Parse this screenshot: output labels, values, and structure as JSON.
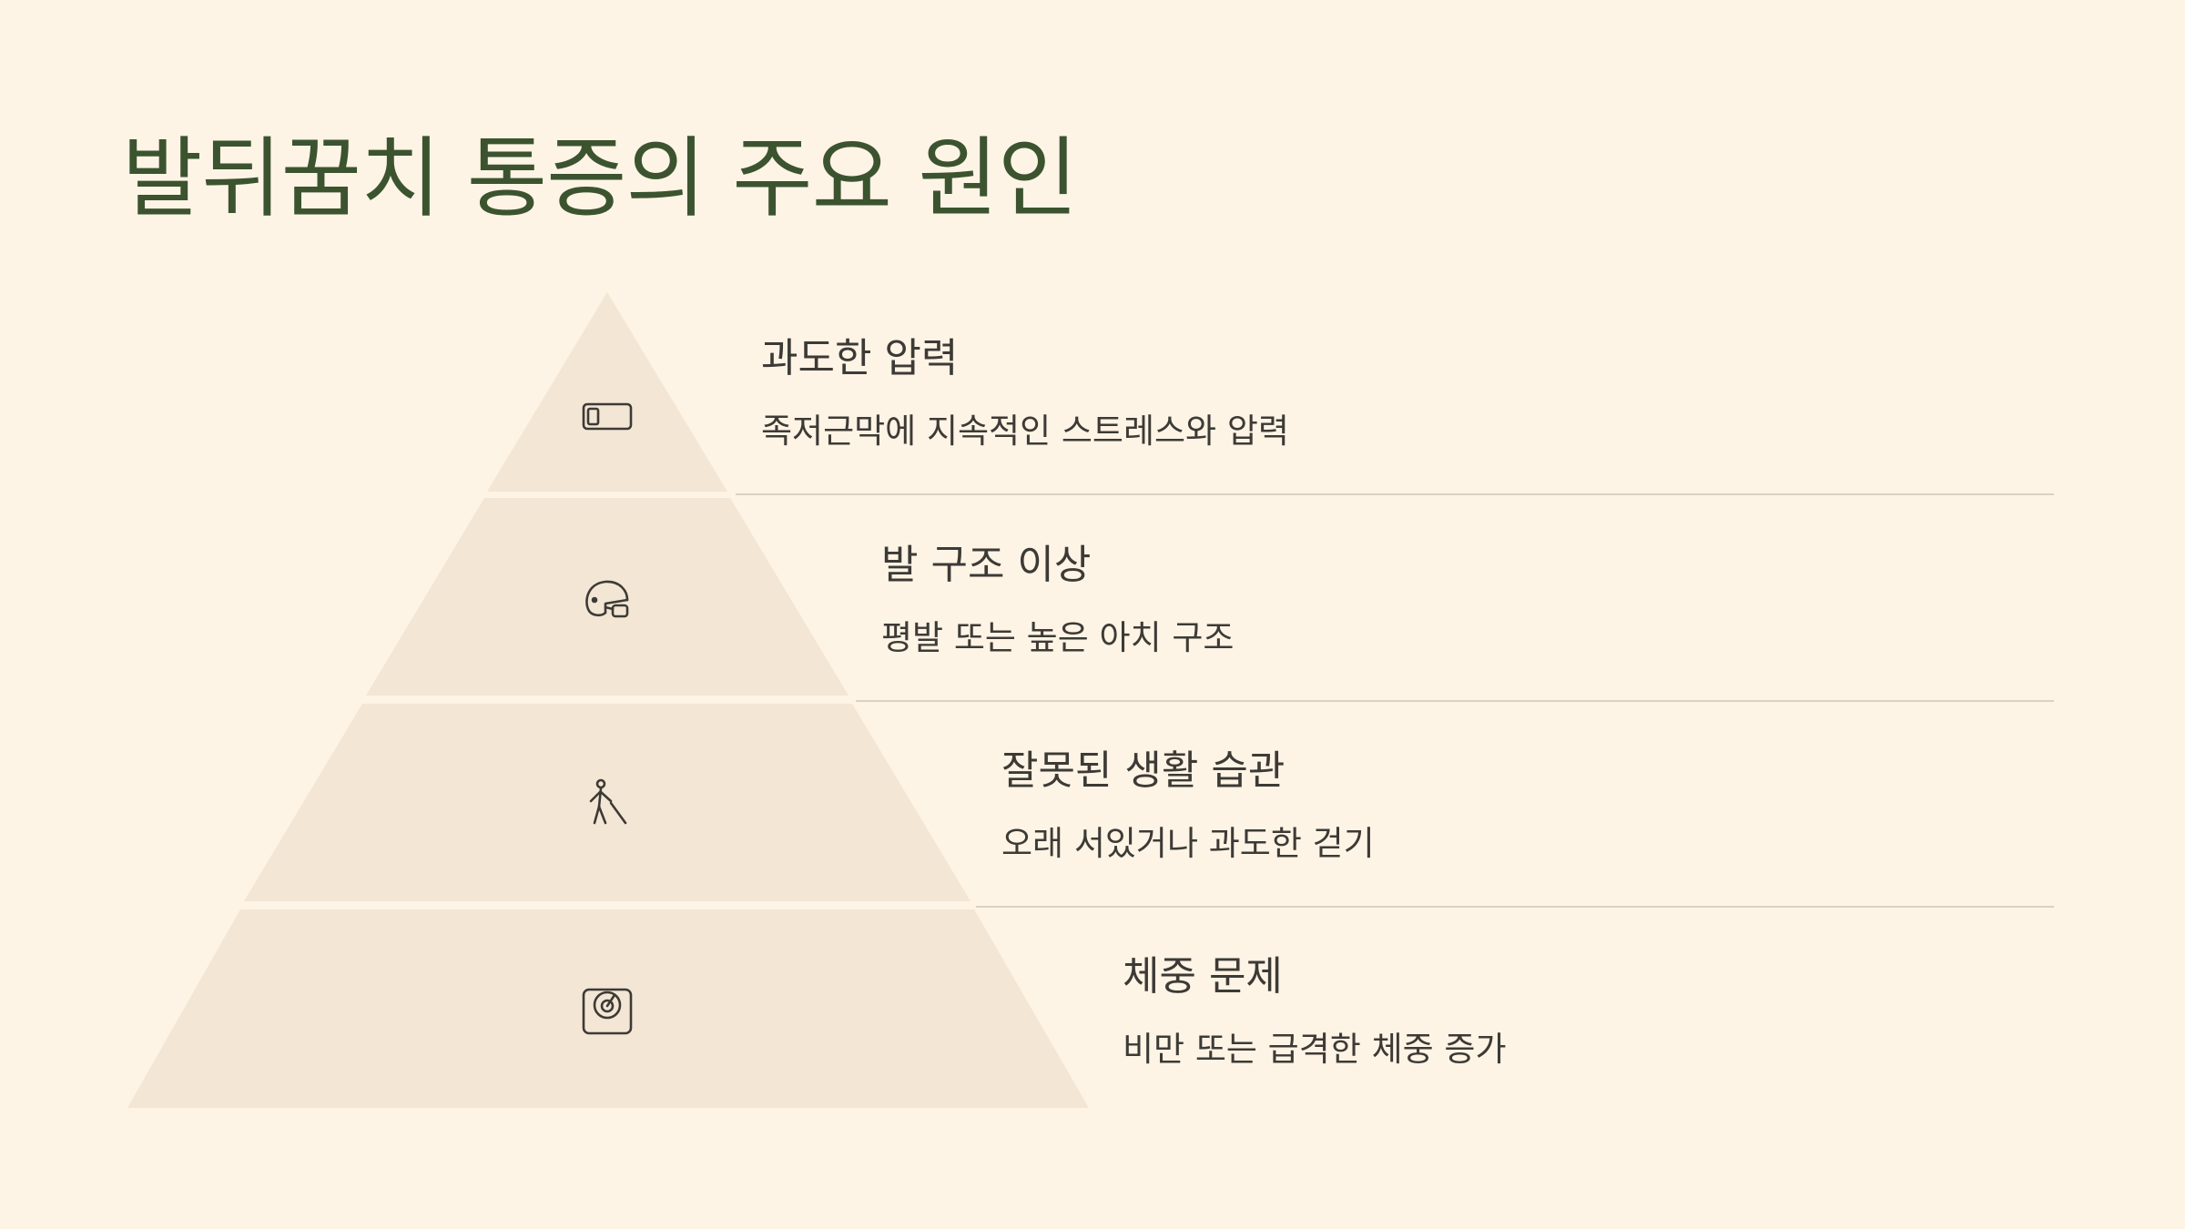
{
  "title": "발뒤꿈치 통증의 주요 원인",
  "colors": {
    "background": "#fdf4e5",
    "title": "#3c5330",
    "pyramid_fill": "#f3e6d4",
    "text": "#3d3a36",
    "divider": "#d9d2c4"
  },
  "levels": [
    {
      "title": "과도한 압력",
      "description": "족저근막에 지속적인 스트레스와 압력",
      "icon": "insole-icon"
    },
    {
      "title": "발 구조 이상",
      "description": "평발 또는 높은 아치 구조",
      "icon": "helmet-icon"
    },
    {
      "title": "잘못된 생활 습관",
      "description": "오래 서있거나 과도한 걷기",
      "icon": "walking-person-icon"
    },
    {
      "title": "체중 문제",
      "description": "비만 또는 급격한 체중 증가",
      "icon": "scale-icon"
    }
  ]
}
